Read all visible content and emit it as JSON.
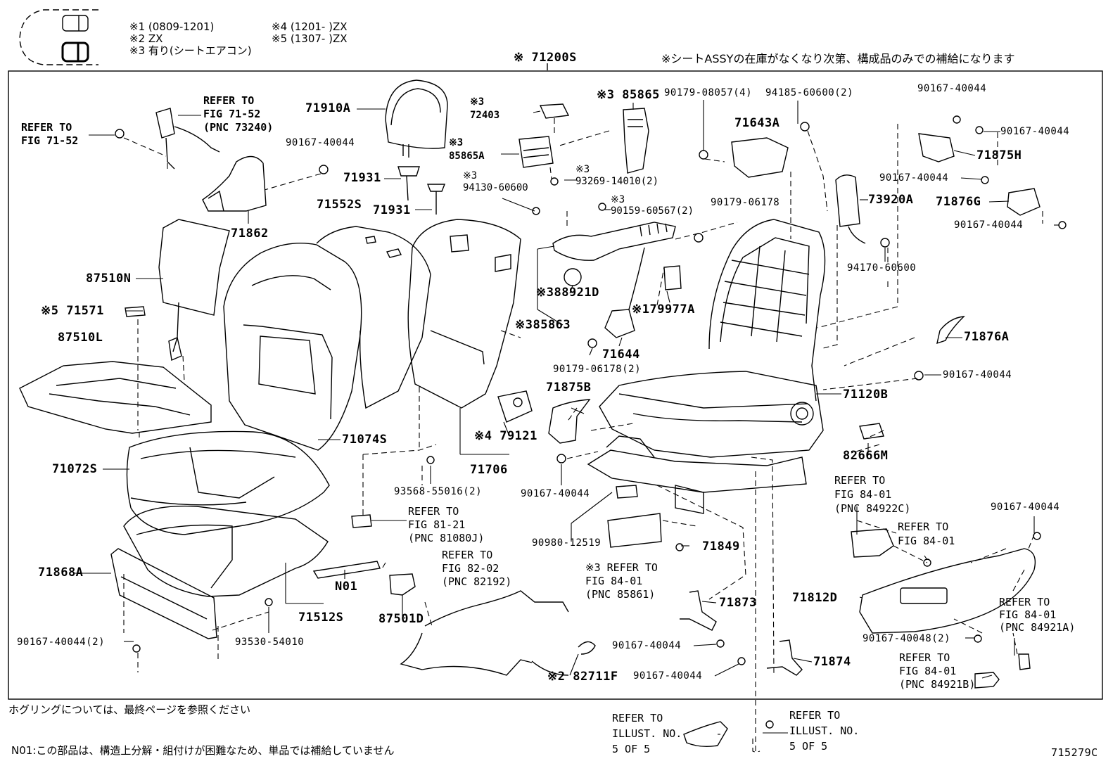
{
  "legend": {
    "notes": [
      "※1 (0809-1201)",
      "※2 ZX",
      "※3 有り(シートエアコン)",
      "※4 (1201-     )ZX",
      "※5 (1307-     )ZX"
    ]
  },
  "header": {
    "assy": "※ 71200S",
    "supply_note": "※シートASSYの在庫がなくなり次第、構成品のみでの補給になります"
  },
  "parts": [
    {
      "text": "REFER TO\nFIG 71-52\n(PNC 73240)"
    },
    {
      "text": "REFER TO\nFIG 71-52"
    },
    {
      "text": "71910A"
    },
    {
      "text": "90167-40044"
    },
    {
      "text": "71931"
    },
    {
      "text": "71931"
    },
    {
      "text": "71862"
    },
    {
      "text": "87510N"
    },
    {
      "text": "※5 71571"
    },
    {
      "text": "87510L"
    },
    {
      "text": "71552S"
    },
    {
      "text": "※3\n72403"
    },
    {
      "text": "※3\n85865A"
    },
    {
      "text": "※3\n94130-60600"
    },
    {
      "text": "※3\n93269-14010(2)"
    },
    {
      "text": "※3 85865"
    },
    {
      "text": "※3\n90159-60567(2)"
    },
    {
      "text": "90179-08057(4)"
    },
    {
      "text": "94185-60600(2)"
    },
    {
      "text": "71643A"
    },
    {
      "text": "90179-06178"
    },
    {
      "text": "90167-40044"
    },
    {
      "text": "90167-40044"
    },
    {
      "text": "71875H"
    },
    {
      "text": "90167-40044"
    },
    {
      "text": "73920A"
    },
    {
      "text": "71876G"
    },
    {
      "text": "90167-40044"
    },
    {
      "text": "94170-60600"
    },
    {
      "text": "※388921D"
    },
    {
      "text": "※179977A"
    },
    {
      "text": "※385863"
    },
    {
      "text": "71644"
    },
    {
      "text": "90179-06178(2)"
    },
    {
      "text": "71876A"
    },
    {
      "text": "90167-40044"
    },
    {
      "text": "71875B"
    },
    {
      "text": "71120B"
    },
    {
      "text": "71072S"
    },
    {
      "text": "71074S"
    },
    {
      "text": "※4 79121"
    },
    {
      "text": "71706"
    },
    {
      "text": "93568-55016(2)"
    },
    {
      "text": "90167-40044"
    },
    {
      "text": "82666M"
    },
    {
      "text": "REFER TO\nFIG 84-01\n(PNC 84922C)"
    },
    {
      "text": "REFER TO\nFIG 81-21\n(PNC 81080J)"
    },
    {
      "text": "90980-12519"
    },
    {
      "text": "71849"
    },
    {
      "text": "90167-40044"
    },
    {
      "text": "REFER TO\nFIG 84-01"
    },
    {
      "text": "71868A"
    },
    {
      "text": "N01"
    },
    {
      "text": "REFER TO\nFIG 82-02\n(PNC 82192)"
    },
    {
      "text": "※3 REFER TO\nFIG 84-01\n(PNC 85861)"
    },
    {
      "text": "71873"
    },
    {
      "text": "71812D"
    },
    {
      "text": "REFER TO\nFIG 84-01\n(PNC 84921A)"
    },
    {
      "text": "71512S"
    },
    {
      "text": "87501D"
    },
    {
      "text": "93530-54010"
    },
    {
      "text": "90167-40044(2)"
    },
    {
      "text": "90167-40044"
    },
    {
      "text": "90167-40048(2)"
    },
    {
      "text": "REFER TO\nFIG 84-01\n(PNC 84921B)"
    },
    {
      "text": "90167-40044"
    },
    {
      "text": "71874"
    },
    {
      "text": "※2 82711F"
    }
  ],
  "footer": {
    "hog_note": "ホグリングについては、最終ページを参照ください",
    "n01_note": "N01:この部品は、構造上分解・組付けが困難なため、単品では補給していません",
    "refer_left": "REFER TO\nILLUST. NO.\n5 OF 5",
    "refer_right": "REFER TO\nILLUST. NO.\n5 OF 5",
    "illust_no": "715279C"
  }
}
